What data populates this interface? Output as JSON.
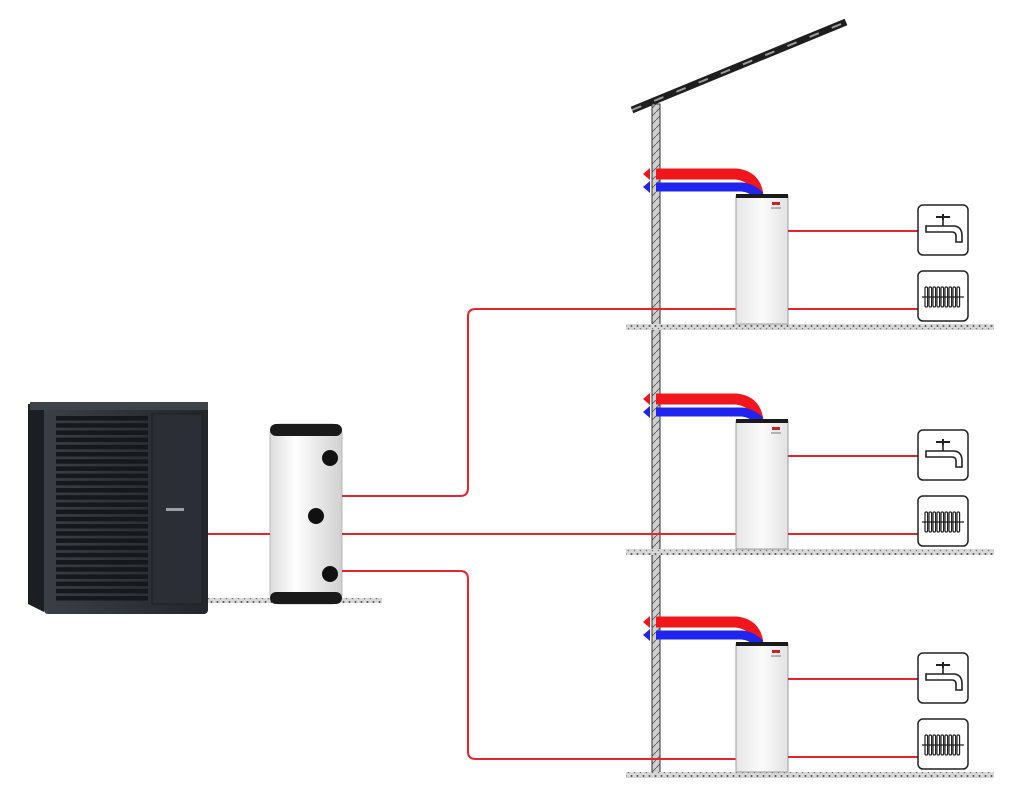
{
  "colors": {
    "pipe": "#e8232b",
    "supply": "#f0161c",
    "return": "#1f24ee",
    "heat_pump_body": "#2c3036",
    "tank_white": "#f3f3f3",
    "tank_cap": "#1a1a1a",
    "wall": "#8e8e8e",
    "floor": "#bdbdbd",
    "icon_stroke": "#222222"
  },
  "components": {
    "heat_pump": {
      "icon": "outdoor-heat-pump-unit"
    },
    "buffer_tank": {
      "icon": "buffer-tank"
    },
    "floors": [
      {
        "id": "floor-1",
        "unit_icon": "interface-unit",
        "outputs": [
          "hot-water-tap-icon",
          "radiator-icon"
        ]
      },
      {
        "id": "floor-2",
        "unit_icon": "interface-unit",
        "outputs": [
          "hot-water-tap-icon",
          "radiator-icon"
        ]
      },
      {
        "id": "floor-3",
        "unit_icon": "interface-unit",
        "outputs": [
          "hot-water-tap-icon",
          "radiator-icon"
        ]
      }
    ]
  }
}
